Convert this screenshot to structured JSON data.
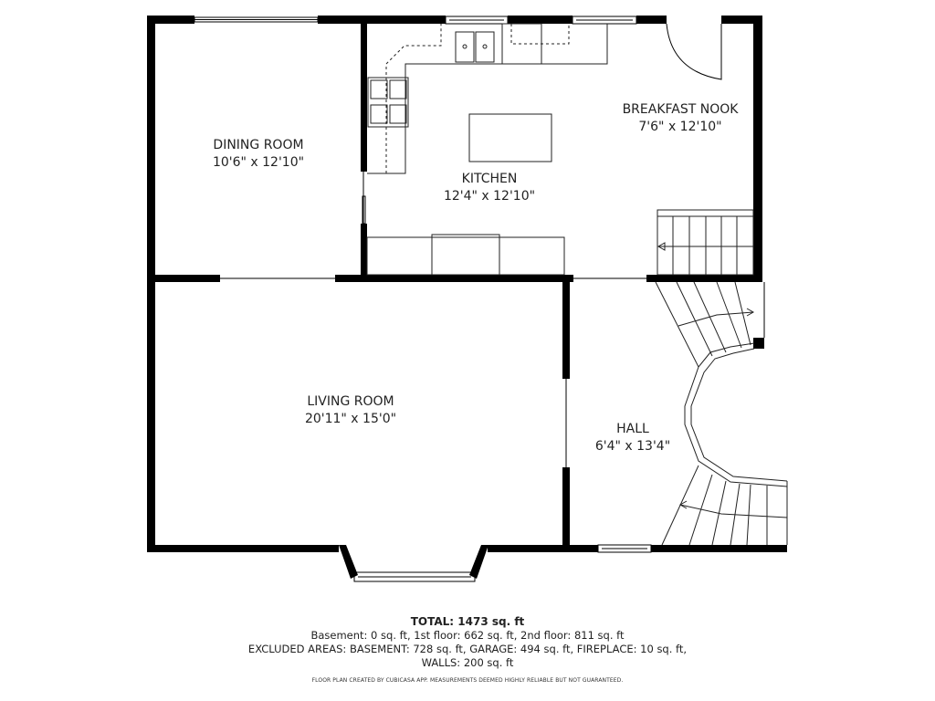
{
  "rooms": [
    {
      "name": "DINING ROOM",
      "size": "10'6\" x 12'10\""
    },
    {
      "name": "KITCHEN",
      "size": "12'4\" x 12'10\""
    },
    {
      "name": "BREAKFAST NOOK",
      "size": "7'6\" x 12'10\""
    },
    {
      "name": "LIVING ROOM",
      "size": "20'11\" x 15'0\""
    },
    {
      "name": "HALL",
      "size": "6'4\" x 13'4\""
    }
  ],
  "summary": {
    "total": "TOTAL: 1473 sq. ft",
    "floors": "Basement: 0 sq. ft, 1st floor: 662 sq. ft, 2nd floor: 811 sq. ft",
    "excluded": "EXCLUDED AREAS: BASEMENT: 728 sq. ft, GARAGE: 494 sq. ft, FIREPLACE: 10 sq. ft,",
    "walls": "WALLS: 200 sq. ft",
    "credit": "FLOOR PLAN CREATED BY CUBICASA APP. MEASUREMENTS DEEMED HIGHLY RELIABLE BUT NOT GUARANTEED."
  },
  "colors": {
    "wall": "#000000",
    "fixture": "#222222",
    "text": "#222222"
  }
}
